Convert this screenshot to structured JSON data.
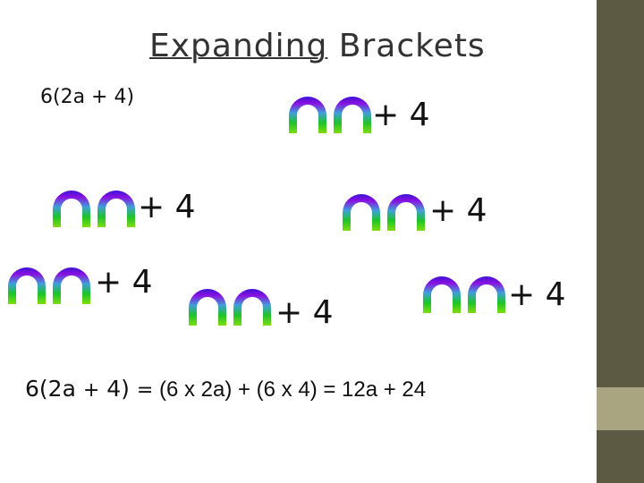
{
  "title": {
    "part1": "Expanding",
    "part2": " Brackets"
  },
  "expression": "6(2a + 4)",
  "groups": [
    {
      "label": "+ 4"
    },
    {
      "label": "+ 4"
    },
    {
      "label": "+ 4"
    },
    {
      "label": "+ 4"
    },
    {
      "label": "+ 4"
    },
    {
      "label": "+ 4"
    }
  ],
  "final": {
    "lhs": "6(2a ",
    "plus": "+",
    "rest": " 4) ",
    "eq": "=",
    "middle": " (6 x 2a) + (6 x 4)",
    "result": "  = 12a + 24"
  },
  "colors": {
    "arch_top": "#3a13d6",
    "arch_upper": "#8a10e0",
    "arch_mid": "#3fa0d8",
    "arch_low": "#1cc428",
    "arch_bottom": "#7fdc10",
    "side_panel": "#5d5a43",
    "side_highlight": "#a8a580"
  },
  "icons": [
    "rainbow-arch-icon"
  ]
}
